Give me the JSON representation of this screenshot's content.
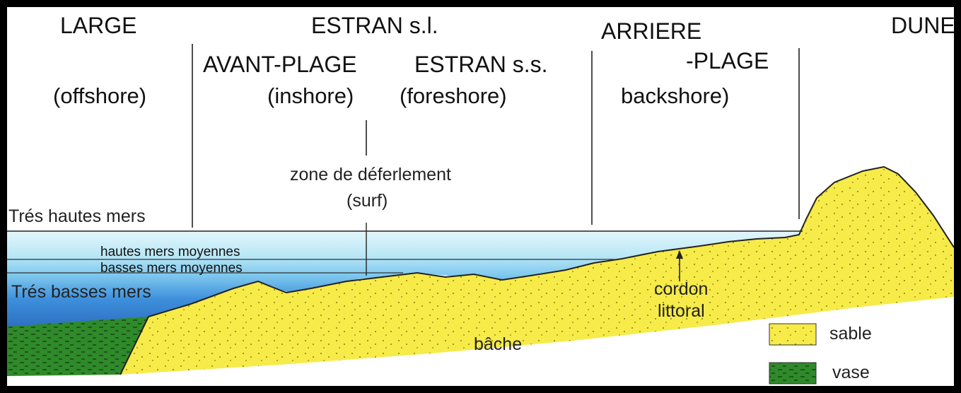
{
  "zones": {
    "large": "LARGE",
    "large_en": "(offshore)",
    "estran_sl": "ESTRAN s.l.",
    "avant_plage": "AVANT-PLAGE",
    "avant_plage_en": "(inshore)",
    "estran_ss": "ESTRAN s.s.",
    "estran_ss_en": "(foreshore)",
    "arriere": "ARRIERE",
    "plage": "-PLAGE",
    "backshore": "backshore)",
    "dune": "DUNE"
  },
  "tide_levels": {
    "tres_hautes": "Trés hautes mers",
    "hautes_moyennes": "hautes mers moyennes",
    "basses_moyennes": "basses mers moyennes",
    "tres_basses": "Trés basses mers"
  },
  "features": {
    "surf_zone": "zone de déferlement",
    "surf": "(surf)",
    "cordon": "cordon",
    "littoral": "littoral",
    "bache": "bâche"
  },
  "legend": {
    "sable": "sable",
    "vase": "vase"
  },
  "colors": {
    "sand": "#f5e94a",
    "mud": "#2f8a2a",
    "water_light": "#cdeff7",
    "water_mid": "#8fd3ef",
    "water_deep": "#3a8fd8"
  }
}
